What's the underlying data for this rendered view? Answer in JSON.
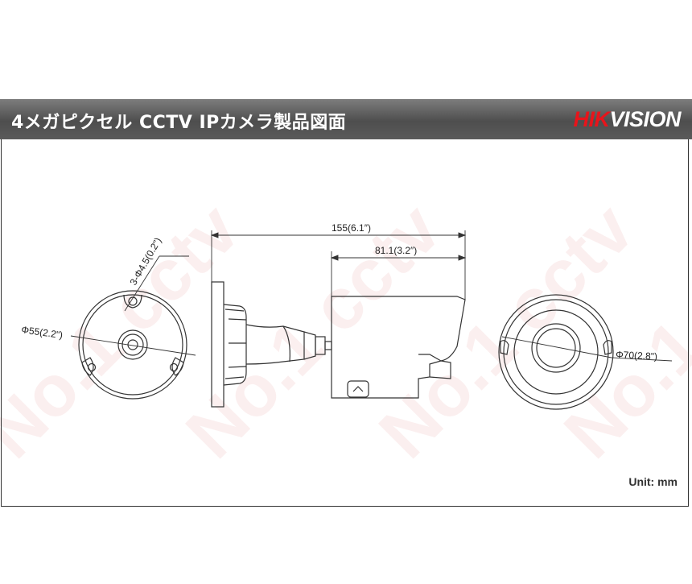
{
  "header": {
    "title": "4メガピクセル CCTV IPカメラ製品図面",
    "logo_hik": "HIK",
    "logo_vision": "VISION",
    "bg_color": "#5a5a5a",
    "logo_red": "#e8141b"
  },
  "dimensions": {
    "total_length": "155(6.1″)",
    "body_length": "81.1(3.2″)",
    "base_diameter": "Φ55(2.2\")",
    "screw_holes": "3-Φ4.5(0.2\")",
    "front_diameter": "Φ70(2.8\")"
  },
  "unit_label": "Unit: mm",
  "watermark_text": "No.1 cctv"
}
